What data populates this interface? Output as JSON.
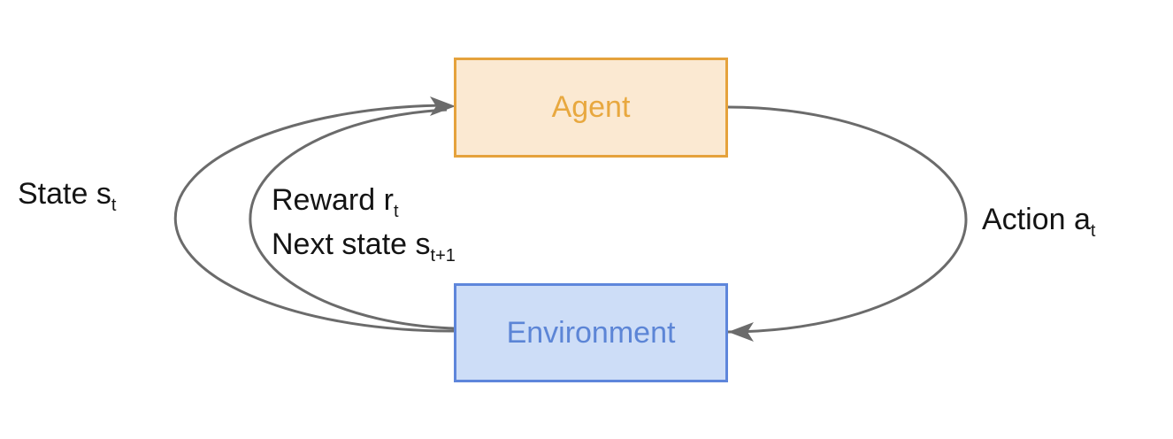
{
  "theme": {
    "background": "#ffffff",
    "arrow_color": "#6B6B6B",
    "label_color": "#141414",
    "agent_fill": "#FBE9D2",
    "agent_border": "#E5A23C",
    "agent_text": "#E8A83F",
    "env_fill": "#CDDDF7",
    "env_border": "#5E86DB",
    "env_text": "#5C85D6"
  },
  "diagram": {
    "nodes": {
      "agent": {
        "label": "Agent"
      },
      "environment": {
        "label": "Environment"
      }
    },
    "edges": {
      "state": {
        "text": "State s",
        "subscript": "t",
        "from": "environment",
        "to": "agent"
      },
      "reward": {
        "text": "Reward r",
        "subscript": "t",
        "from": "environment",
        "to": "agent"
      },
      "next_state": {
        "text": "Next state s",
        "subscript": "t+1",
        "from": "environment",
        "to": "agent"
      },
      "action": {
        "text": "Action a",
        "subscript": "t",
        "from": "agent",
        "to": "environment"
      }
    }
  }
}
